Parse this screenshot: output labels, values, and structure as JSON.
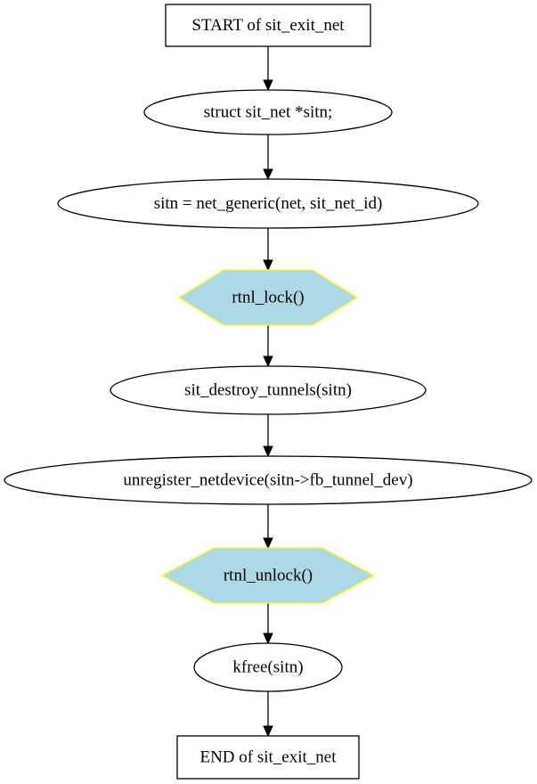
{
  "colors": {
    "stroke": "#000000",
    "lock_fill": "#add8e6",
    "lock_stroke": "#ffff00",
    "background": "#ffffff"
  },
  "nodes": [
    {
      "id": "start",
      "shape": "box",
      "label": "START of sit_exit_net"
    },
    {
      "id": "decl",
      "shape": "ellipse",
      "label": "struct sit_net *sitn;"
    },
    {
      "id": "generic",
      "shape": "ellipse",
      "label": "sitn = net_generic(net, sit_net_id)"
    },
    {
      "id": "lock",
      "shape": "hexagon",
      "label": "rtnl_lock()"
    },
    {
      "id": "destroy",
      "shape": "ellipse",
      "label": "sit_destroy_tunnels(sitn)"
    },
    {
      "id": "unregister",
      "shape": "ellipse",
      "label": "unregister_netdevice(sitn->fb_tunnel_dev)"
    },
    {
      "id": "unlock",
      "shape": "hexagon",
      "label": "rtnl_unlock()"
    },
    {
      "id": "kfree",
      "shape": "ellipse",
      "label": "kfree(sitn)"
    },
    {
      "id": "end",
      "shape": "box",
      "label": "END of sit_exit_net"
    }
  ],
  "edges": [
    [
      "start",
      "decl"
    ],
    [
      "decl",
      "generic"
    ],
    [
      "generic",
      "lock"
    ],
    [
      "lock",
      "destroy"
    ],
    [
      "destroy",
      "unregister"
    ],
    [
      "unregister",
      "unlock"
    ],
    [
      "unlock",
      "kfree"
    ],
    [
      "kfree",
      "end"
    ]
  ]
}
